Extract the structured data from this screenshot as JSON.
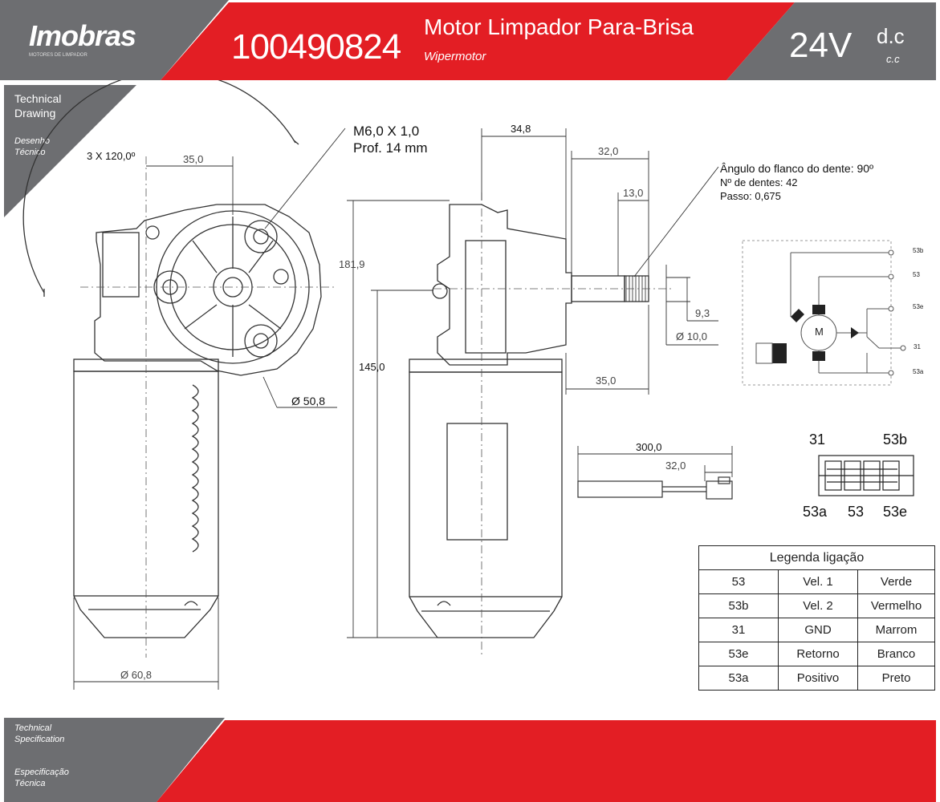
{
  "header": {
    "logo": "Imobras",
    "logo_tagline": "MOTORES DE LIMPADOR",
    "part_number": "100490824",
    "title": "Motor Limpador Para-Brisa",
    "subtitle": "Wipermotor",
    "voltage": "24V",
    "current_type": "d.c",
    "current_type_pt": "c.c"
  },
  "drawing_section": {
    "label_en_line1": "Technical",
    "label_en_line2": "Drawing",
    "label_pt_line1": "Desenho",
    "label_pt_line2": "Técnico"
  },
  "dimensions": {
    "angle": "3 X 120,0º",
    "bolt_spacing": "35,0",
    "thread_line1": "M6,0 X 1,0",
    "thread_line2": "Prof. 14 mm",
    "flange_dia": "Ø 50,8",
    "body_dia": "Ø 60,8",
    "total_height": "181,9",
    "body_height": "145,0",
    "top_width": "34,8",
    "shaft_len": "32,0",
    "spline_len": "13,0",
    "shaft_dia_small": "9,3",
    "shaft_dia": "Ø 10,0",
    "mount_to_shaft": "35,0",
    "cable_len": "300,0",
    "cable_strip": "32,0"
  },
  "gear_note": {
    "line1": "Ângulo do flanco do dente: 90º",
    "line2": "Nº de dentes: 42",
    "line3": "Passo: 0,675"
  },
  "schematic": {
    "terminals": [
      "53b",
      "53",
      "53e",
      "31",
      "53a"
    ],
    "motor_label": "M"
  },
  "connector": {
    "top_left": "31",
    "top_right": "53b",
    "bottom_left": "53a",
    "bottom_mid": "53",
    "bottom_right": "53e"
  },
  "legend": {
    "title": "Legenda ligação",
    "rows": [
      [
        "53",
        "Vel. 1",
        "Verde"
      ],
      [
        "53b",
        "Vel. 2",
        "Vermelho"
      ],
      [
        "31",
        "GND",
        "Marrom"
      ],
      [
        "53e",
        "Retorno",
        "Branco"
      ],
      [
        "53a",
        "Positivo",
        "Preto"
      ]
    ]
  },
  "spec_section": {
    "label_en_line1": "Technical",
    "label_en_line2": "Specification",
    "label_pt_line1": "Especificação",
    "label_pt_line2": "Técnica"
  },
  "colors": {
    "red": "#e31e24",
    "grey": "#6d6e71"
  }
}
